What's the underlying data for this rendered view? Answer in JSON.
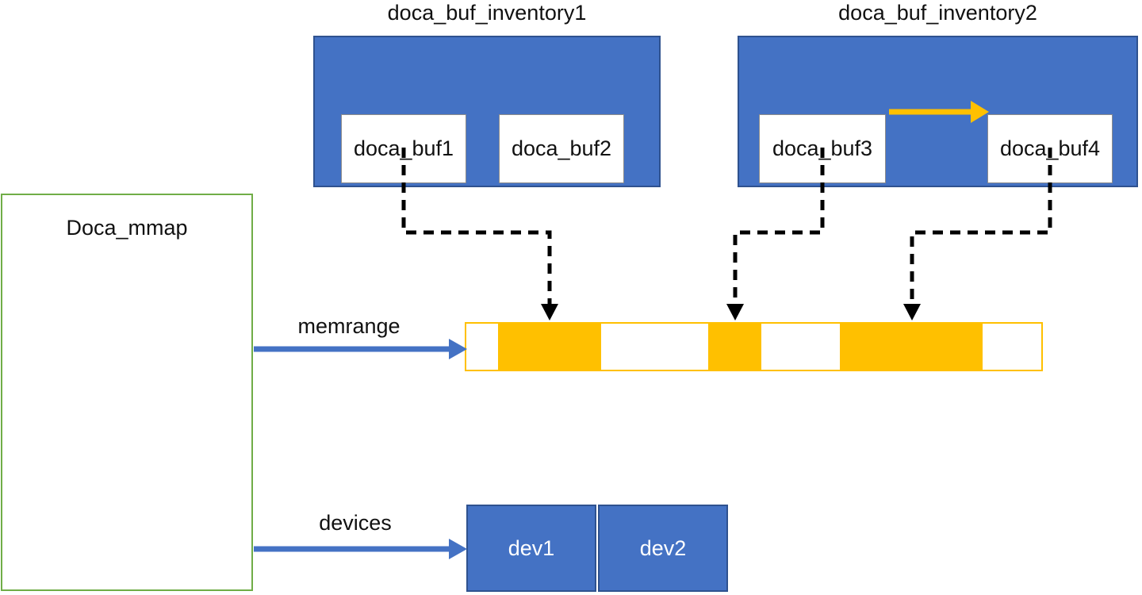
{
  "colors": {
    "blue": "#4472C4",
    "blue-border": "#2F528F",
    "gold": "#FFC000",
    "green": "#70AD47",
    "text": "#111111",
    "gray-border": "#8c8c8c"
  },
  "mmap": {
    "label": "Doca_mmap",
    "memrange_label": "memrange",
    "devices_label": "devices"
  },
  "inventories": [
    {
      "title": "doca_buf_inventory1",
      "buffers": [
        "doca_buf1",
        "doca_buf2"
      ]
    },
    {
      "title": "doca_buf_inventory2",
      "buffers": [
        "doca_buf3",
        "doca_buf4"
      ]
    }
  ],
  "devices": [
    "dev1",
    "dev2"
  ]
}
